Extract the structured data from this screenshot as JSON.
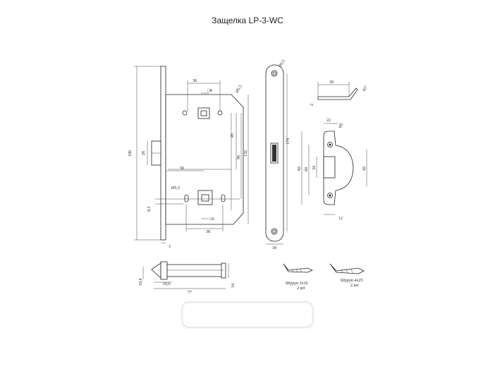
{
  "title": "Защелка LP-3-WC",
  "dimensions": {
    "d38_top": "38",
    "sq8": "□8",
    "hole_top": "Ø5,5",
    "d45": "45",
    "d96": "96",
    "d132": "132",
    "d196": "196",
    "d26": "26",
    "d50": "50",
    "hole_mid": "Ø5,5",
    "d85": "8,5",
    "sq6": "□6",
    "d38_bottom": "38",
    "d3": "3",
    "plate_hole": "Ø5,5",
    "d174": "174",
    "d18": "18",
    "d30": "30",
    "d45deg": "45°",
    "d2": "2",
    "d22": "22",
    "strike_hole": "Ø5",
    "d82": "82",
    "d60": "60",
    "d34": "34",
    "d42": "42",
    "d12": "12",
    "d104": "10,4",
    "d106": "10,6",
    "d77": "77",
    "d14": "14"
  },
  "screws": [
    {
      "label": "Шуруп 3х16",
      "qty": "2 шт"
    },
    {
      "label": "Шуруп 4х25",
      "qty": "2 шт"
    }
  ]
}
